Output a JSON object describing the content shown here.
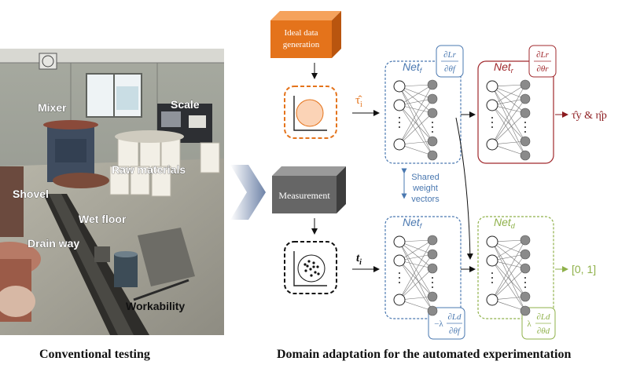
{
  "photo": {
    "labels": {
      "mixer": "Mixer",
      "scale": "Scale",
      "raw_materials": "Raw materials",
      "shovel": "Shovel",
      "wet_floor": "Wet floor",
      "drain_way": "Drain way",
      "workability": "Workability"
    }
  },
  "captions": {
    "left": "Conventional testing",
    "right": "Domain adaptation for the automated experimentation"
  },
  "diagram": {
    "ideal_box": {
      "line1": "Ideal data",
      "line2": "generation"
    },
    "measurement_box": "Measurement",
    "shared_weights": {
      "line1": "Shared",
      "line2": "weight",
      "line3": "vectors"
    },
    "nets": {
      "feature": "Net",
      "feature_sub": "f",
      "regressor": "Net",
      "regressor_sub": "r",
      "discriminator": "Net",
      "discriminator_sub": "d"
    },
    "inputs": {
      "ideal": "τ̂",
      "ideal_sub": "i",
      "measured": "t",
      "measured_sub": "i"
    },
    "outputs": {
      "regression": "τ̂y & η̂p",
      "domain": "[0, 1]"
    },
    "gradients": {
      "dLr_dthetaf": {
        "num": "∂Lr",
        "den": "∂θf"
      },
      "dLr_dthetar": {
        "num": "∂Lr",
        "den": "∂θr"
      },
      "neg_lambda_dLd_dthetaf": {
        "prefix": "−λ",
        "num": "∂Ld",
        "den": "∂θf"
      },
      "lambda_dLd_dthetad": {
        "prefix": "λ",
        "num": "∂Ld",
        "den": "∂θd"
      }
    },
    "colors": {
      "blue": "#4a78b0",
      "red": "#a0282c",
      "green": "#8fb14a",
      "orange": "#e4731b",
      "gray_box": "#666666"
    }
  }
}
